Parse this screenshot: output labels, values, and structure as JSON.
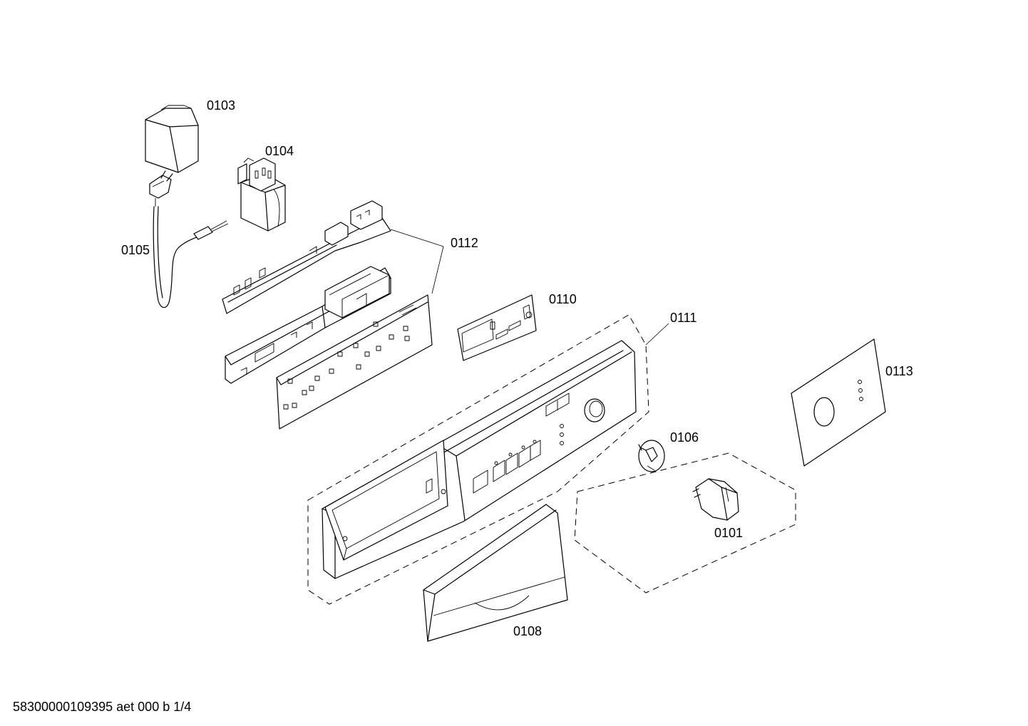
{
  "diagram": {
    "labels": {
      "p0101": "0101",
      "p0103": "0103",
      "p0104": "0104",
      "p0105": "0105",
      "p0106": "0106",
      "p0108": "0108",
      "p0110": "0110",
      "p0111": "0111",
      "p0112": "0112",
      "p0113": "0113"
    },
    "footer": "58300000109395 aet 000 b 1/4"
  }
}
